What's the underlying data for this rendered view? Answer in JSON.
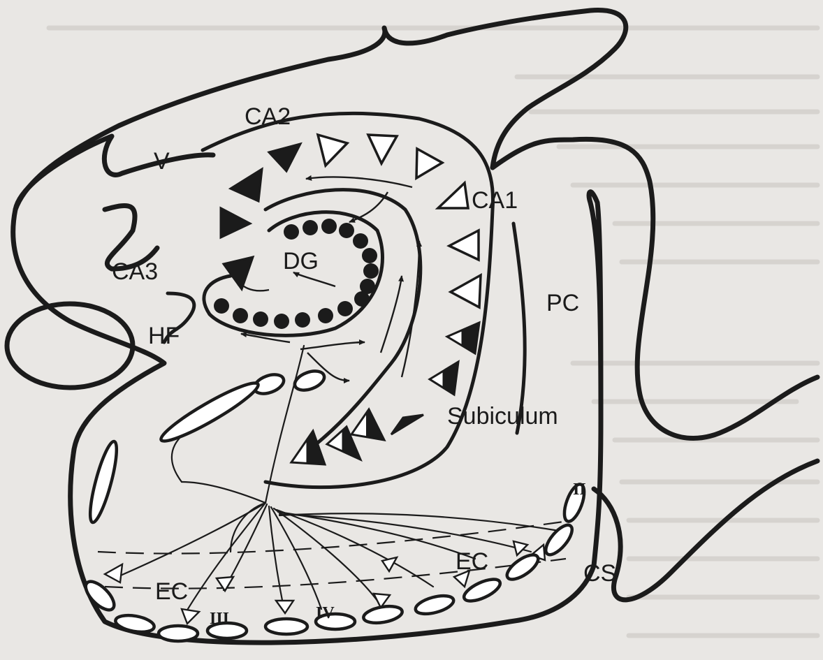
{
  "labels": {
    "ca2": "CA2",
    "v": "V",
    "ca1": "CA1",
    "ca3": "CA3",
    "dg": "DG",
    "pc": "PC",
    "hf": "HF",
    "subiculum": "Subiculum",
    "ec_right": "EC",
    "ec_left": "EC",
    "cs": "CS"
  },
  "layer_labels": {
    "ii": "II",
    "iii": "III",
    "iv": "IV"
  },
  "colors": {
    "ink": "#1b1b1b",
    "paper": "#e9e7e4"
  }
}
